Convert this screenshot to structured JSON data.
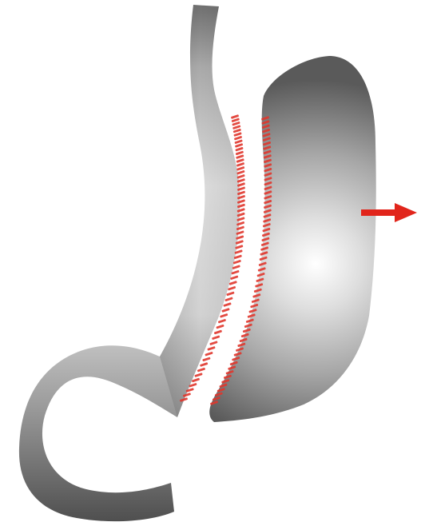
{
  "diagram": {
    "subject": "sleeve-gastrectomy-illustration",
    "parts": [
      {
        "id": "gastric-sleeve",
        "role": "remaining stomach tube"
      },
      {
        "id": "resected-stomach",
        "role": "removed greater curvature portion"
      },
      {
        "id": "staple-lines",
        "role": "red staple rows along both cut edges"
      },
      {
        "id": "removal-arrow",
        "role": "arrow indicating removal direction"
      }
    ],
    "colors": {
      "staple": "#e0362c",
      "arrow": "#e1251b",
      "tissue_light": "#f4f4f4",
      "tissue_dark": "#555555",
      "background": "#ffffff"
    },
    "icons": [
      "right-arrow-icon"
    ]
  }
}
